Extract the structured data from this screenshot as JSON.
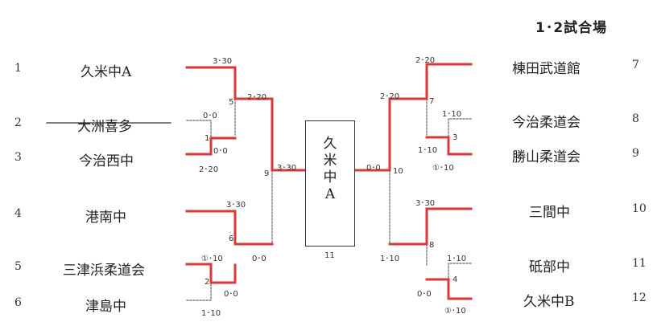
{
  "venue": "1･2試合場",
  "champion": {
    "chars": [
      "久",
      "米",
      "中",
      "A"
    ],
    "match_no": "11"
  },
  "left_teams": [
    {
      "seed": "1",
      "name": "久米中A",
      "struck": false
    },
    {
      "seed": "2",
      "name": "大洲喜多",
      "struck": true
    },
    {
      "seed": "3",
      "name": "今治西中",
      "struck": false
    },
    {
      "seed": "4",
      "name": "港南中",
      "struck": false
    },
    {
      "seed": "5",
      "name": "三津浜柔道会",
      "struck": false
    },
    {
      "seed": "6",
      "name": "津島中",
      "struck": false
    }
  ],
  "right_teams": [
    {
      "seed": "7",
      "name": "棟田武道館"
    },
    {
      "seed": "8",
      "name": "今治柔道会"
    },
    {
      "seed": "9",
      "name": "勝山柔道会"
    },
    {
      "seed": "10",
      "name": "三間中"
    },
    {
      "seed": "11",
      "name": "砥部中"
    },
    {
      "seed": "12",
      "name": "久米中B"
    }
  ],
  "match_numbers": {
    "m1": "1",
    "m2": "2",
    "m3": "3",
    "m4": "4",
    "m5": "5",
    "m6": "6",
    "m7": "7",
    "m8": "8",
    "m9": "9",
    "m10": "10"
  },
  "scores": {
    "l1": "3･30",
    "l2": "0･0",
    "l3": "0･0",
    "l4": "2･20",
    "l5": "2･20",
    "l6": "3･30",
    "l7": "①･10",
    "l8": "0･0",
    "l9": "1･10",
    "l10": "0･0",
    "l11": "3･30",
    "r1": "2･20",
    "r2": "1･10",
    "r3": "1･10",
    "r4": "①･10",
    "r5": "2･20",
    "r6": "3･30",
    "r7": "1･10",
    "r8": "0･0",
    "r9": "①･10",
    "r10": "1･10",
    "r11": "0･0"
  },
  "colors": {
    "winner_line": "#d83a3a",
    "loser_line": "#666666"
  }
}
